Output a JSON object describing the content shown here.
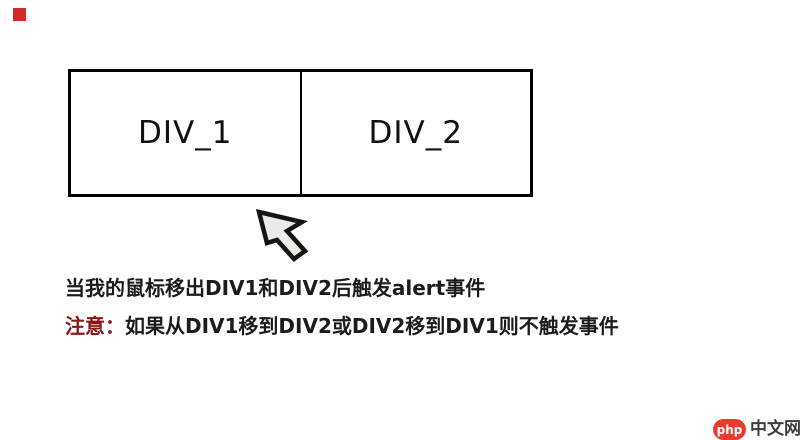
{
  "page": {
    "background_color": "#ffffff"
  },
  "marker": {
    "color": "#d02a2a"
  },
  "boxes": {
    "border_color": "#000000",
    "div1_label": "DIV_1",
    "div2_label": "DIV_2"
  },
  "cursor": {
    "icon": "mouse-arrow-pointer",
    "fill_color": "#eceae7",
    "outline_color": "#141414"
  },
  "captions": {
    "line1": "当我的鼠标移出DIV1和DIV2后触发alert事件",
    "line2_label": "注意：",
    "line2_text": "如果从DIV1移到DIV2或DIV2移到DIV1则不触发事件",
    "line2_label_color": "#8b1616",
    "text_color": "#1c1c1c"
  },
  "watermark": {
    "badge_label": "php",
    "site_label": "中文网",
    "badge_color": "#ea3b2e",
    "text_color": "#3d3d3d"
  }
}
